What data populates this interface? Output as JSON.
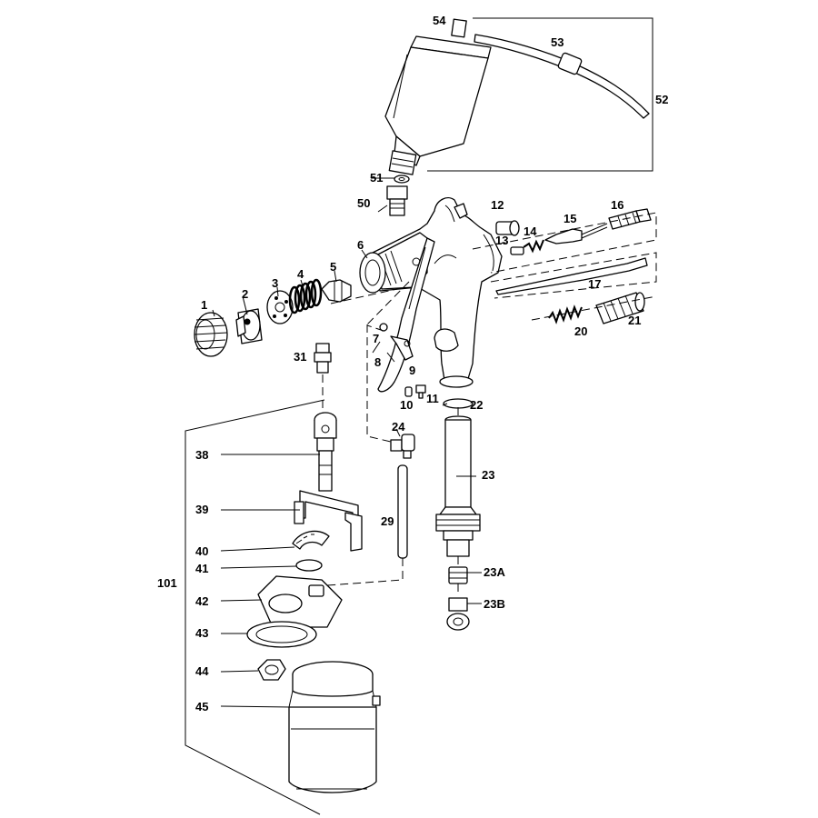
{
  "callouts": {
    "c1": "1",
    "c2": "2",
    "c3": "3",
    "c4": "4",
    "c5": "5",
    "c6": "6",
    "c7": "7",
    "c8": "8",
    "c9": "9",
    "c10": "10",
    "c11": "11",
    "c12": "12",
    "c13": "13",
    "c14": "14",
    "c15": "15",
    "c16": "16",
    "c17": "17",
    "c20": "20",
    "c21": "21",
    "c22": "22",
    "c23": "23",
    "c23a": "23A",
    "c23b": "23B",
    "c24": "24",
    "c29": "29",
    "c31": "31",
    "c38": "38",
    "c39": "39",
    "c40": "40",
    "c41": "41",
    "c42": "42",
    "c43": "43",
    "c44": "44",
    "c45": "45",
    "c50": "50",
    "c51": "51",
    "c52": "52",
    "c53": "53",
    "c54": "54",
    "c101": "101"
  }
}
